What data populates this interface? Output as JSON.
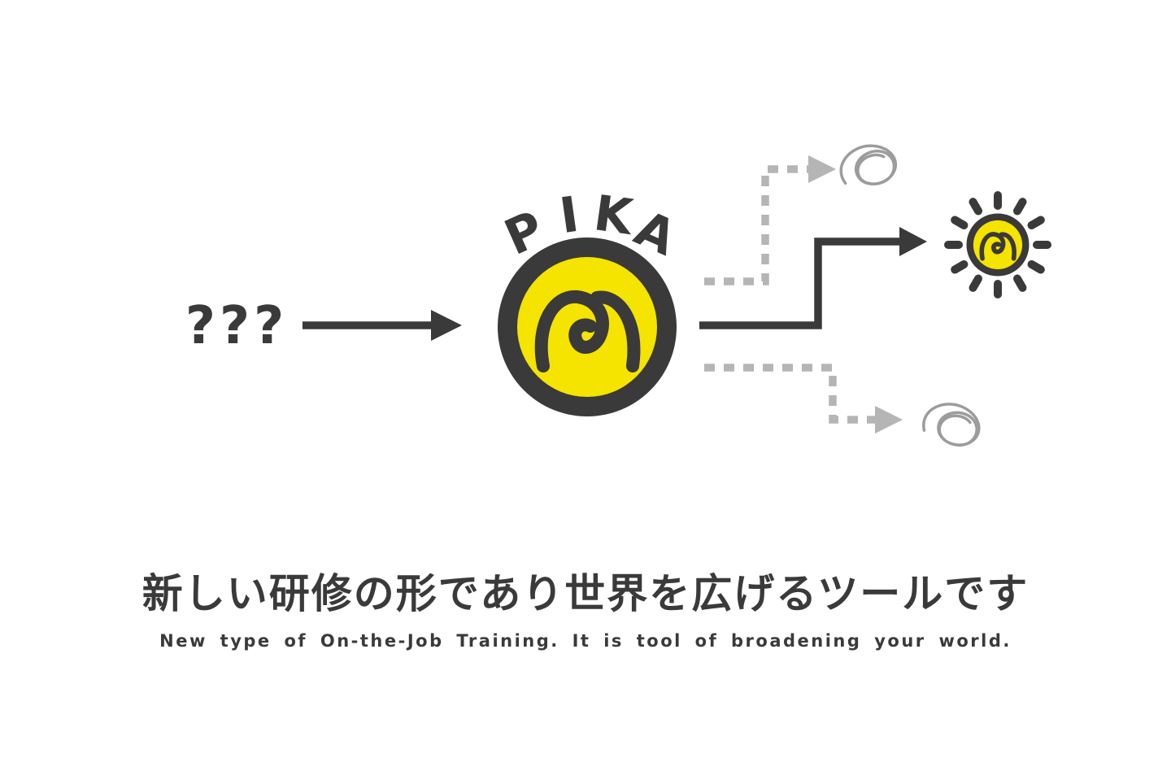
{
  "colors": {
    "background": "#ffffff",
    "dark": "#3a3a3a",
    "yellow": "#f5e300",
    "gray": "#b5b5b5",
    "scribble": "#9c9c9c"
  },
  "diagram": {
    "question_marks": "???",
    "logo_name": "PIKA",
    "logo_letters": [
      "P",
      "I",
      "K",
      "A"
    ]
  },
  "caption": {
    "headline_ja": "新しい研修の形であり世界を広げるツールです",
    "subtitle_en": "New type of On-the-Job Training. It is tool of broadening your world."
  }
}
